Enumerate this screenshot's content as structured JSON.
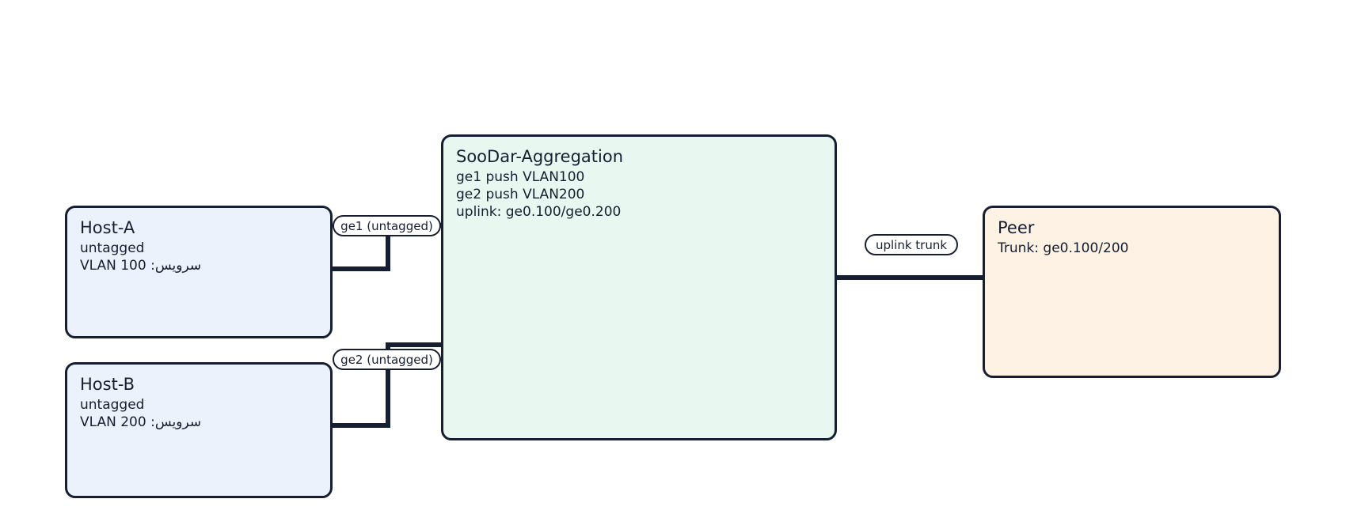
{
  "diagram": {
    "nodes": {
      "host_a": {
        "title": "Host-A",
        "line1": "untagged",
        "line1_dir": "ltr",
        "line2": "سرویس: VLAN 100",
        "line2_dir": "rtl"
      },
      "host_b": {
        "title": "Host-B",
        "line1": "untagged",
        "line1_dir": "ltr",
        "line2": "سرویس: VLAN 200",
        "line2_dir": "rtl"
      },
      "aggregation": {
        "title": "SooDar-Aggregation",
        "line1": "ge1 push VLAN100",
        "line2": "ge2 push VLAN200",
        "line3": "uplink: ge0.100/ge0.200"
      },
      "peer": {
        "title": "Peer",
        "line1": "Trunk: ge0.100/200"
      }
    },
    "edge_labels": {
      "ge1": "ge1 (untagged)",
      "ge2": "ge2 (untagged)",
      "uplink": "uplink trunk"
    },
    "colors": {
      "stroke": "#161f31",
      "background": "#ffffff",
      "host_fill": "#ebf2fb",
      "aggregation_fill": "#e8f7ef",
      "peer_fill": "#fdf2e4",
      "label_fill": "#ffffff"
    }
  }
}
